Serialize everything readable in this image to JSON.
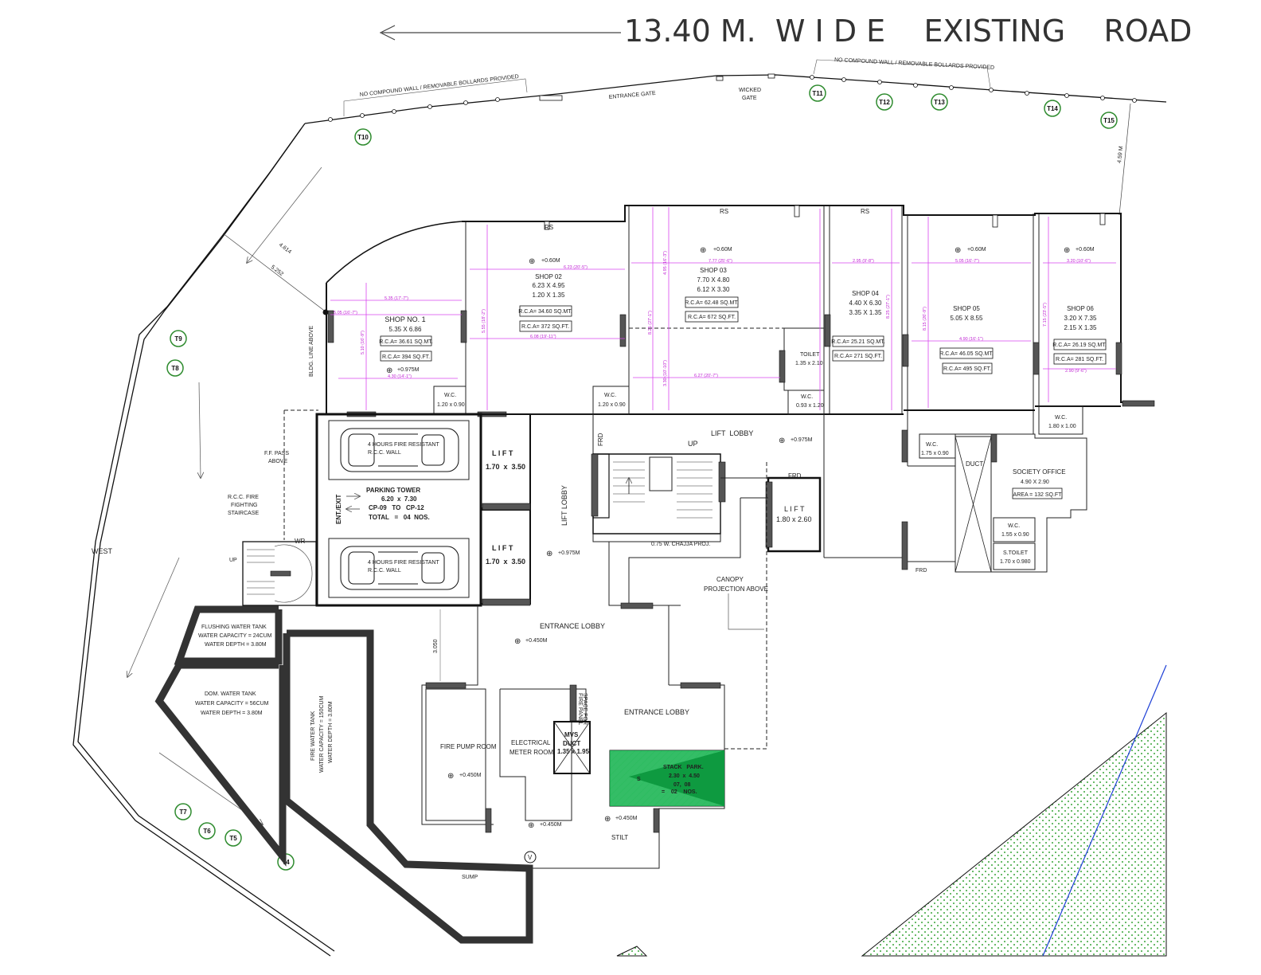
{
  "road": {
    "title": "13.40 M.  W I D E    EXISTING    ROAD"
  },
  "site": {
    "no_compound_left": "NO COMPOUND WALL / REMOVABLE BOLLARDS PROVIDED",
    "no_compound_right": "NO COMPOUND WALL / REMOVABLE BOLLARDS PROVIDED",
    "entrance_gate": "ENTRANCE GATE",
    "wicked_gate_1": "WICKED",
    "wicked_gate_2": "GATE",
    "west": "WEST",
    "setback_459": "4.59 M",
    "setback_4614": "4.614",
    "setback_5252": "5.252",
    "bldg_line": "BLDG. LINE ABOVE",
    "ff_pass_1": "F.F. PASS",
    "ff_pass_2": "ABOVE",
    "rcc_1": "R.C.C. FIRE",
    "rcc_2": "FIGHTING",
    "rcc_3": "STAIRCASE",
    "up_left": "UP",
    "wr": "WR",
    "sump": "SUMP",
    "dim_3050": "3.050"
  },
  "trees": [
    "T10",
    "T11",
    "T12",
    "T13",
    "T14",
    "T15",
    "T9",
    "T8",
    "T7",
    "T6",
    "T5",
    "T4"
  ],
  "shops": {
    "rs1": "RS",
    "rs2": "RS",
    "rs3": "RS",
    "shop01": {
      "level": "+0.975M",
      "name": "SHOP NO. 1",
      "size": "5.35 X 6.86",
      "rca_m": "R.C.A= 36.61 SQ.MT.",
      "rca_f": "R.C.A= 394 SQ.FT.",
      "dim_a": "5.35 (17'-7\")",
      "dim_b": "5.05 (16'-7\")",
      "dim_c": "5.10 (16'-9\")",
      "dim_d": "4.30 (14'-1\")"
    },
    "shop02": {
      "level": "+0.60M",
      "name": "SHOP 02",
      "size": "6.23 X 4.95",
      "size2": "1.20 X 1.35",
      "rca_m": "R.C.A= 34.60 SQ.MT.",
      "rca_f": "R.C.A= 372 SQ.FT.",
      "dim_a": "6.23 (20'-5\")",
      "dim_b": "5.55 (18'-2\")",
      "dim_c": "6.08 (19'-11\")"
    },
    "shop03": {
      "level": "+0.60M",
      "name": "SHOP 03",
      "size": "7.70 X 4.80",
      "size2": "6.12 X 3.30",
      "rca_m": "R.C.A= 62.48 SQ.MT.",
      "rca_f": "R.C.A= 672 SQ.FT.",
      "dim_a": "7.77 (25'-6\")",
      "dim_b": "4.95 (16'-3\")",
      "dim_c": "8.25 (27'-1\")",
      "dim_d": "6.27 (20'-7\")",
      "dim_e": "3.30 (10'-10\")"
    },
    "shop04": {
      "name": "SHOP 04",
      "size": "4.40 X 6.30",
      "size2": "3.35 X 1.35",
      "rca_m": "R.C.A= 25.21 SQ.MT.",
      "rca_f": "R.C.A= 271 SQ.FT.",
      "dim_a": "2.95 (9'-8\")",
      "dim_b": "8.25 (27'-1\")"
    },
    "shop05": {
      "level": "+0.60M",
      "name": "SHOP 05",
      "size": "5.05 X 8.55",
      "rca_m": "R.C.A= 46.05 SQ.MT.",
      "rca_f": "R.C.A= 495 SQ.FT.",
      "dim_a": "5.05 (16'-7\")",
      "dim_b": "4.90 (16'-1\")",
      "dim_c": "8.15 (26'-9\")"
    },
    "shop06": {
      "level": "+0.60M",
      "name": "SHOP 06",
      "size": "3.20 X 7.35",
      "size2": "2.15 X 1.35",
      "rca_m": "R.C.A= 26.19 SQ.MT.",
      "rca_f": "R.C.A= 281 SQ.FT.",
      "dim_a": "3.20 (10'-6\")",
      "dim_b": "2.90 (9'-6\")",
      "dim_c": "7.15 (23'-5\")"
    },
    "toilet": {
      "name": "TOILET",
      "size": "1.35 x 2.10"
    },
    "wc1": {
      "name": "W.C.",
      "size": "1.20 x 0.90"
    },
    "wc2": {
      "name": "W.C.",
      "size": "1.20 x 0.90"
    },
    "wc3": {
      "name": "W.C.",
      "size": "0.93 x 1.20"
    },
    "wc4": {
      "name": "W.C.",
      "size": "1.75 x 0.90"
    },
    "wc5": {
      "name": "W.C.",
      "size": "1.80 x 1.00"
    }
  },
  "core": {
    "parking_wall_1a": "4 HOURS FIRE RESISTANT",
    "parking_wall_1b": "R.C.C. WALL",
    "parking_wall_2a": "4 HOURS FIRE RESISTANT",
    "parking_wall_2b": "R.C.C. WALL",
    "ent_exit": "ENT./EXIT",
    "pt_title": "PARKING TOWER",
    "pt_size": "6.20  x  7.30",
    "pt_range": "CP-09   TO   CP-12",
    "pt_total": "TOTAL   =   04  NOS.",
    "lift1_name": "L I F T",
    "lift1_size": "1.70  x  3.50",
    "lift2_name": "L I F T",
    "lift2_size": "1.70  x  3.50",
    "lift_lobby_v": "LIFT LOBBY",
    "lift_lobby": "LIFT  LOBBY",
    "lobby_level": "+0.975M",
    "lobby_level2": "+0.975M",
    "frd1": "FRD",
    "frd2": "FRD",
    "frd3": "FRD",
    "up": "UP",
    "lift3_name": "L I F T",
    "lift3_size": "1.80 x 2.60",
    "chajja": "0.75 W. CHAJJA PROJ.",
    "canopy_1": "CANOPY",
    "canopy_2": "PROJECTION ABOVE",
    "entrance_lobby_1": "ENTRANCE LOBBY",
    "entrance_level": "+0.450M",
    "entrance_lobby_2": "ENTRANCE LOBBY",
    "duct": "DUCT",
    "society_office": "SOCIETY OFFICE",
    "society_size": "4.90 X 2.90",
    "society_area": "AREA = 132 SQ.FT",
    "wc6_name": "W.C.",
    "wc6_size": "1.55 x 0.90",
    "stoilet_name": "S.TOILET",
    "stoilet_size": "1.70 x 0.980"
  },
  "services": {
    "flush_1": "FLUSHING WATER TANK",
    "flush_2": "WATER CAPACITY = 24CUM",
    "flush_3": "WATER DEPTH = 3.80M",
    "dom_1": "DOM. WATER TANK",
    "dom_2": "WATER CAPACITY = 56CUM",
    "dom_3": "WATER DEPTH = 3.80M",
    "fire_1": "FIRE WATER TANK",
    "fire_2": "WATER CAPACITY = 150CUM",
    "fire_3": "WATER DEPTH = 3.80M",
    "fire_pump": "FIRE PUMP ROOM",
    "fire_pump_level": "+0.450M",
    "elec_1": "ELECTRICAL",
    "elec_2": "METER ROOM",
    "space_fire_1": "SPACE FOR",
    "space_fire_2": "FIRE PANEL",
    "mvs_1": "MVS",
    "mvs_2": "DUCT",
    "mvs_3": "1.35 x 1.95",
    "stack_1": "STACK   PARK.",
    "stack_2": "2.30  x  4.50",
    "stack_3": "07,  08",
    "stack_4": "=    02    NOS.",
    "stack_s": "S",
    "level_a": "+0.450M",
    "level_b": "+0.450M",
    "stilt": "STILT",
    "valve": "V"
  }
}
